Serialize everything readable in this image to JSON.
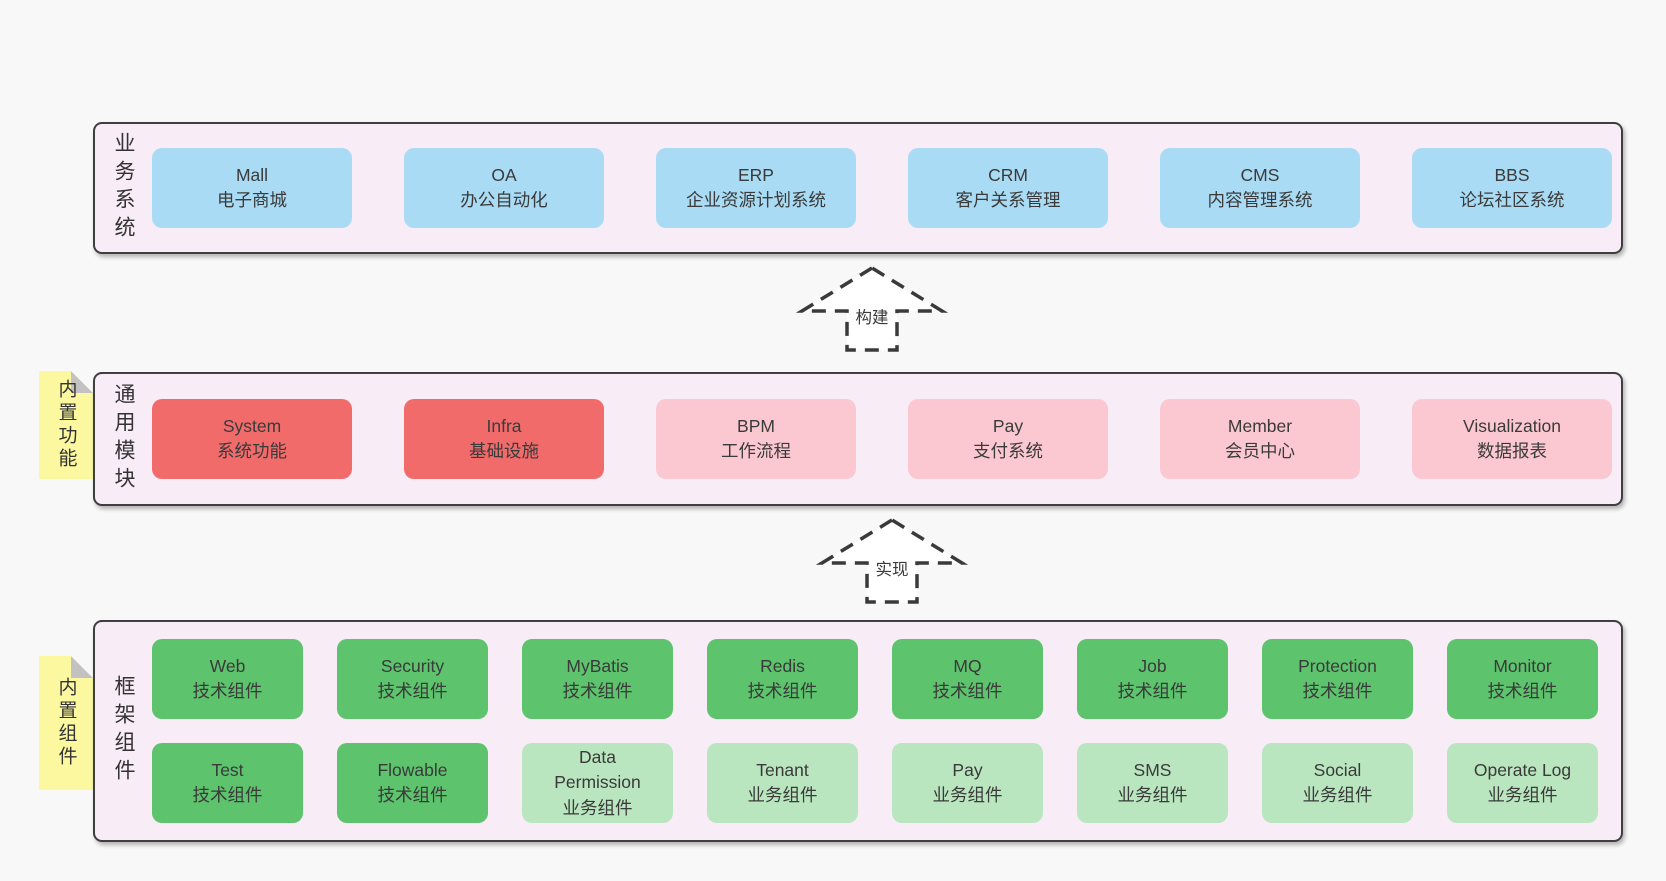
{
  "diagram": {
    "background": "#f8f8f8",
    "panel_background": "#f8edf6",
    "panel_border": "#3f3f3f",
    "text_color": "#3a3a3a",
    "tag_color": "#fbf8a0",
    "fold_color": "#c2c2c2",
    "box_colors": {
      "blue": "#a9dbf4",
      "red": "#f16b6b",
      "pink": "#fbc8d2",
      "green": "#5dc36d",
      "lightgreen": "#b9e5bf"
    },
    "layers": [
      {
        "id": "business",
        "side_label": "业务系统",
        "tag": null,
        "rows": [
          [
            {
              "en": "Mall",
              "zh": "电子商城",
              "color": "blue"
            },
            {
              "en": "OA",
              "zh": "办公自动化",
              "color": "blue"
            },
            {
              "en": "ERP",
              "zh": "企业资源计划系统",
              "color": "blue"
            },
            {
              "en": "CRM",
              "zh": "客户关系管理",
              "color": "blue"
            },
            {
              "en": "CMS",
              "zh": "内容管理系统",
              "color": "blue"
            },
            {
              "en": "BBS",
              "zh": "论坛社区系统",
              "color": "blue"
            }
          ]
        ]
      },
      {
        "id": "modules",
        "side_label": "通用模块",
        "tag": "内置功能",
        "rows": [
          [
            {
              "en": "System",
              "zh": "系统功能",
              "color": "red"
            },
            {
              "en": "Infra",
              "zh": "基础设施",
              "color": "red"
            },
            {
              "en": "BPM",
              "zh": "工作流程",
              "color": "pink"
            },
            {
              "en": "Pay",
              "zh": "支付系统",
              "color": "pink"
            },
            {
              "en": "Member",
              "zh": "会员中心",
              "color": "pink"
            },
            {
              "en": "Visualization",
              "zh": "数据报表",
              "color": "pink"
            }
          ]
        ]
      },
      {
        "id": "components",
        "side_label": "框架组件",
        "tag": "内置组件",
        "rows": [
          [
            {
              "en": "Web",
              "zh": "技术组件",
              "color": "green"
            },
            {
              "en": "Security",
              "zh": "技术组件",
              "color": "green"
            },
            {
              "en": "MyBatis",
              "zh": "技术组件",
              "color": "green"
            },
            {
              "en": "Redis",
              "zh": "技术组件",
              "color": "green"
            },
            {
              "en": "MQ",
              "zh": "技术组件",
              "color": "green"
            },
            {
              "en": "Job",
              "zh": "技术组件",
              "color": "green"
            },
            {
              "en": "Protection",
              "zh": "技术组件",
              "color": "green"
            },
            {
              "en": "Monitor",
              "zh": "技术组件",
              "color": "green"
            }
          ],
          [
            {
              "en": "Test",
              "zh": "技术组件",
              "color": "green"
            },
            {
              "en": "Flowable",
              "zh": "技术组件",
              "color": "green"
            },
            {
              "en": "Data Permission",
              "zh": "业务组件",
              "color": "lightgreen"
            },
            {
              "en": "Tenant",
              "zh": "业务组件",
              "color": "lightgreen"
            },
            {
              "en": "Pay",
              "zh": "业务组件",
              "color": "lightgreen"
            },
            {
              "en": "SMS",
              "zh": "业务组件",
              "color": "lightgreen"
            },
            {
              "en": "Social",
              "zh": "业务组件",
              "color": "lightgreen"
            },
            {
              "en": "Operate Log",
              "zh": "业务组件",
              "color": "lightgreen"
            }
          ]
        ]
      }
    ],
    "arrows": [
      {
        "id": "build",
        "label": "构建"
      },
      {
        "id": "implement",
        "label": "实现"
      }
    ]
  }
}
